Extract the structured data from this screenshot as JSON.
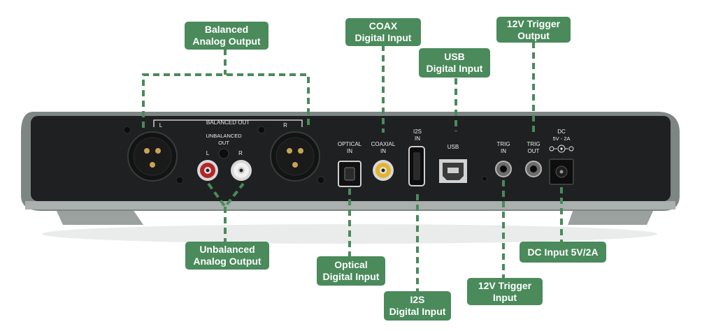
{
  "callouts": {
    "balanced": [
      "Balanced",
      "Analog Output"
    ],
    "coax": [
      "COAX",
      "Digital Input"
    ],
    "usb": [
      "USB",
      "Digital Input"
    ],
    "trigger_out": [
      "12V Trigger",
      "Output"
    ],
    "unbalanced": [
      "Unbalanced",
      "Analog Output"
    ],
    "optical": [
      "Optical",
      "Digital Input"
    ],
    "i2s": [
      "I2S",
      "Digital Input"
    ],
    "trigger_in": [
      "12V Trigger",
      "Input"
    ],
    "dc": [
      "DC Input 5V/2A"
    ]
  },
  "panel_text": {
    "balanced_out": "BALANCED OUT",
    "bal_l": "L",
    "bal_r": "R",
    "unbalanced_out": [
      "UNBALANCED",
      "OUT"
    ],
    "unbal_l": "L",
    "unbal_r": "R",
    "optical_in": [
      "OPTICAL",
      "IN"
    ],
    "coaxial_in": [
      "COAXIAL",
      "IN"
    ],
    "i2s_in": [
      "I2S",
      "IN"
    ],
    "usb": "USB",
    "trig_in": [
      "TRIG",
      "IN"
    ],
    "trig_out": [
      "TRIG",
      "OUT"
    ],
    "dc": [
      "DC",
      "5V - 2A"
    ]
  },
  "colors": {
    "accent": "#4a8a5b",
    "panel": "#1f2021",
    "chassis": "#8e9592"
  }
}
